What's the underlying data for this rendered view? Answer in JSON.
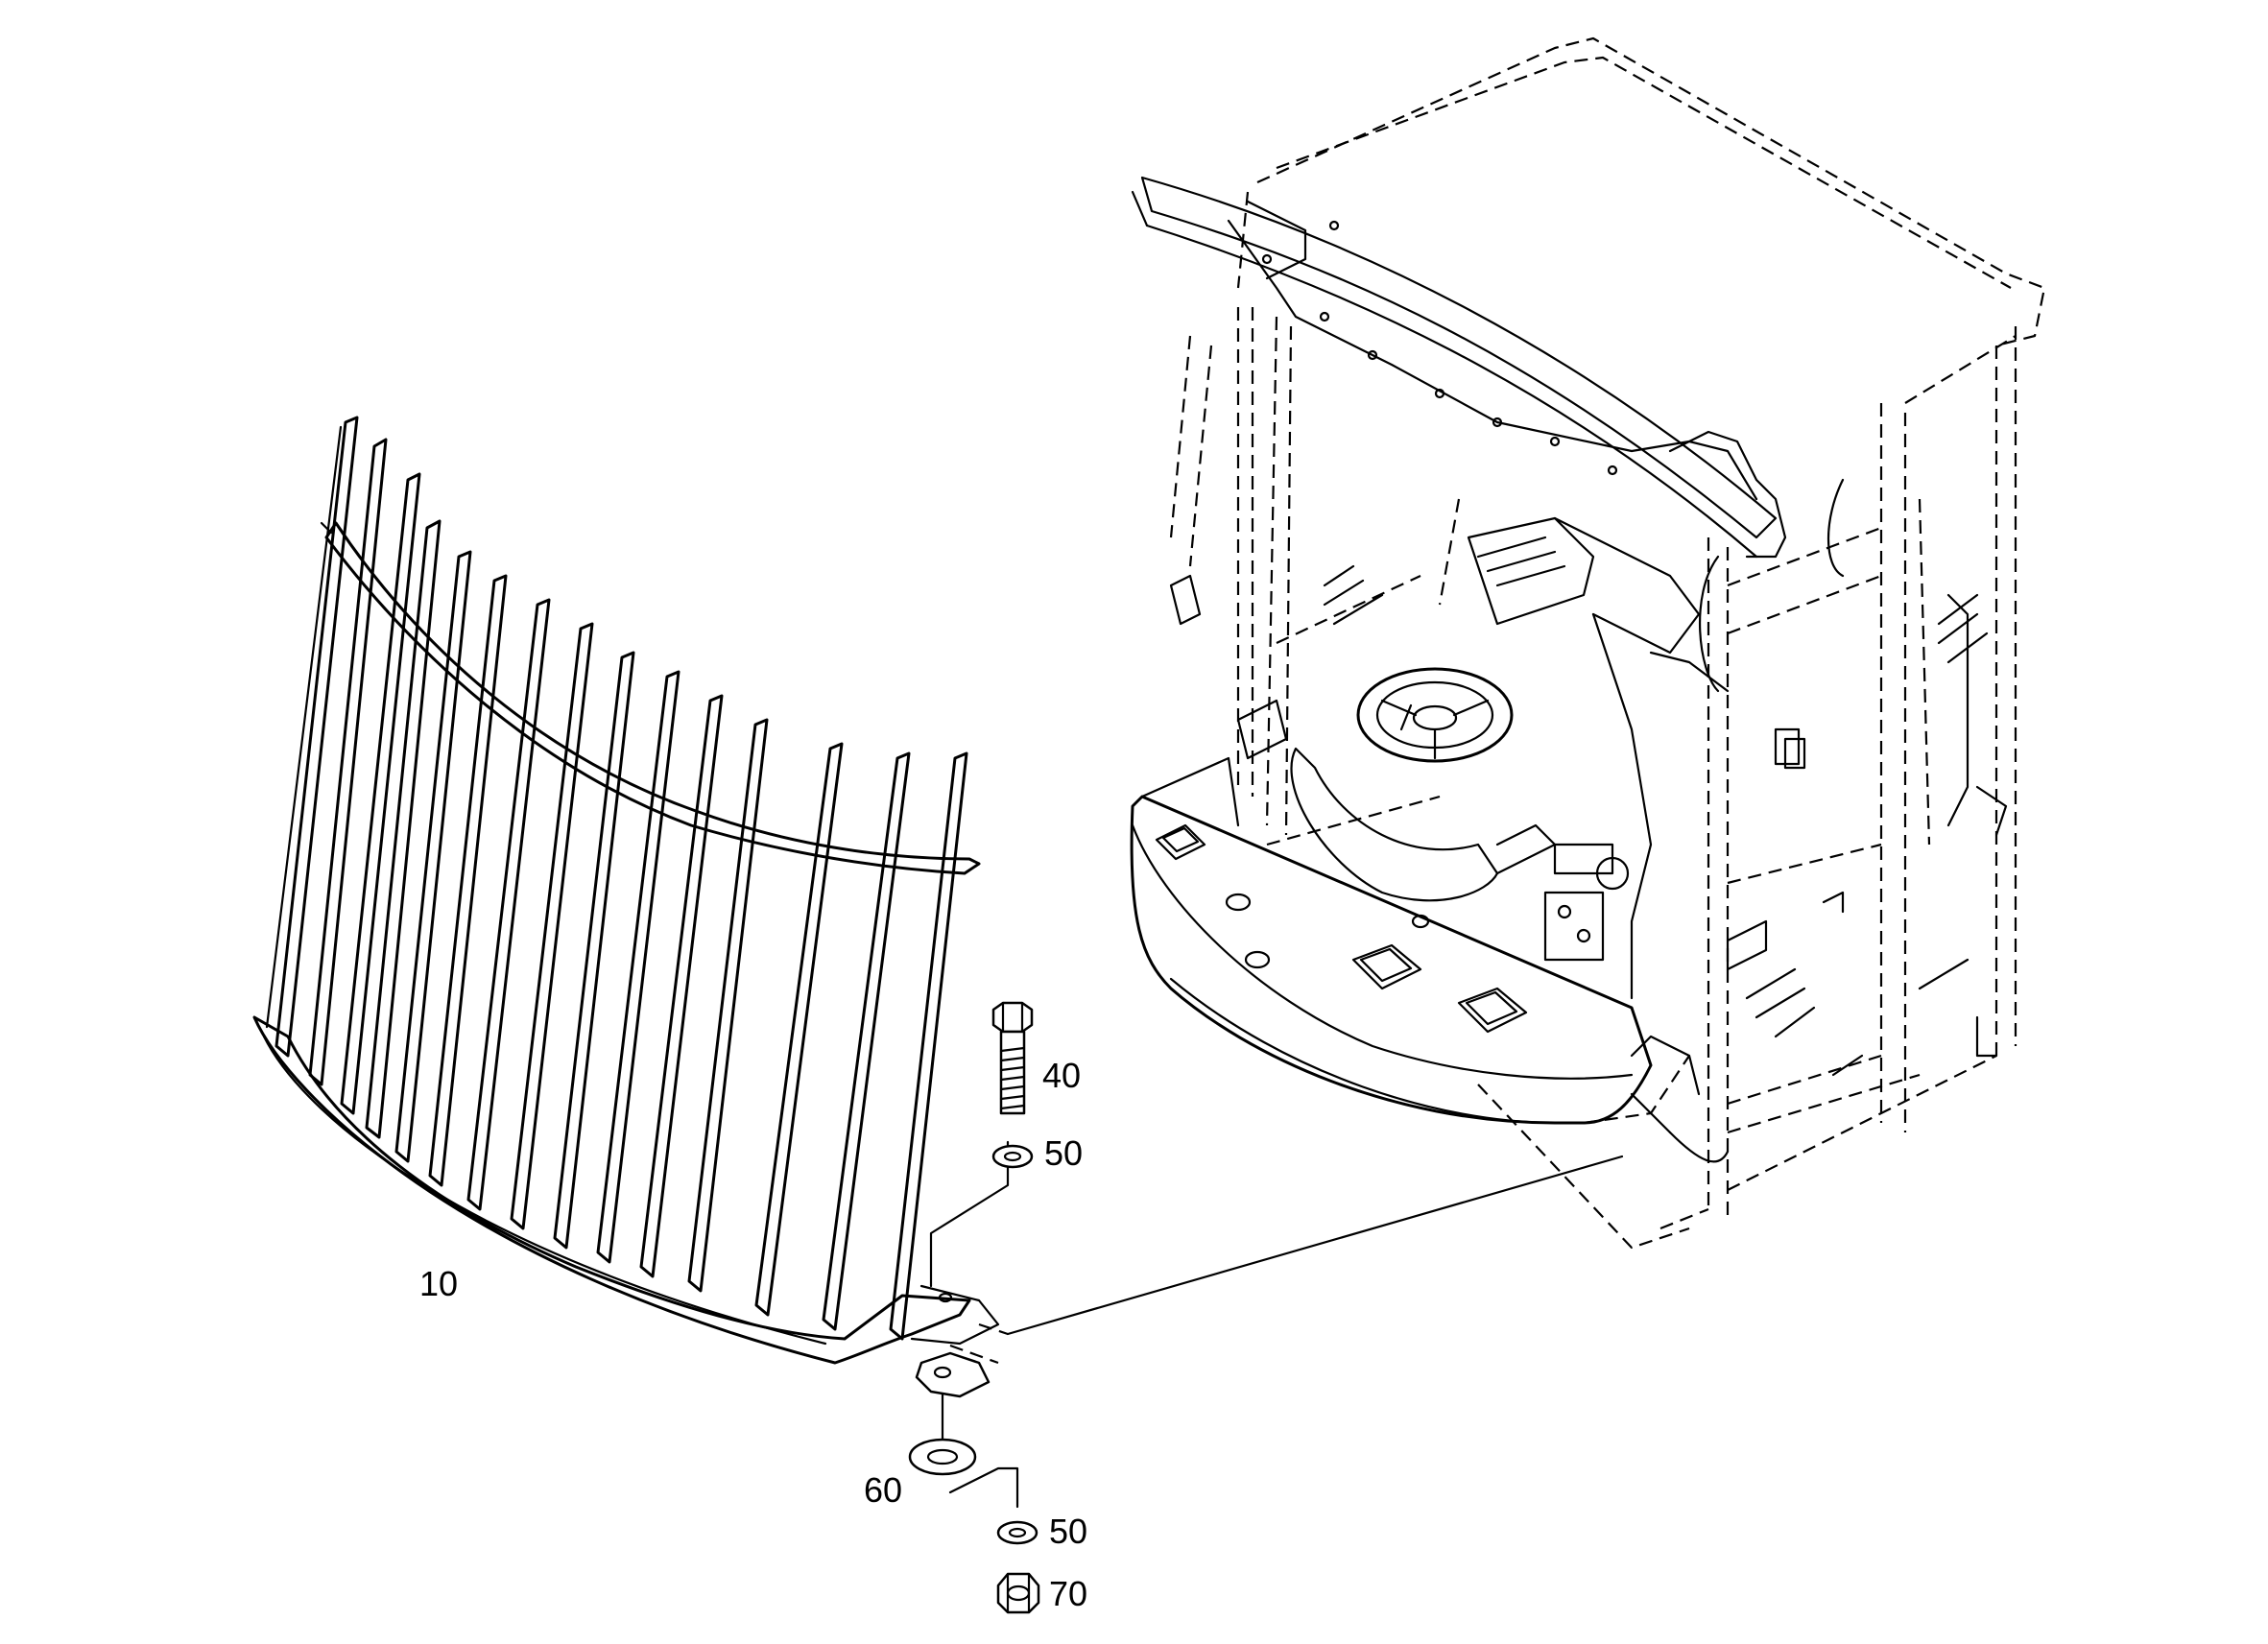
{
  "diagram": {
    "callouts": [
      {
        "id": "guard",
        "label": "10"
      },
      {
        "id": "bolt",
        "label": "40"
      },
      {
        "id": "washer-upper",
        "label": "50"
      },
      {
        "id": "large-washer",
        "label": "60"
      },
      {
        "id": "washer-lower",
        "label": "50"
      },
      {
        "id": "nut",
        "label": "70"
      }
    ]
  }
}
